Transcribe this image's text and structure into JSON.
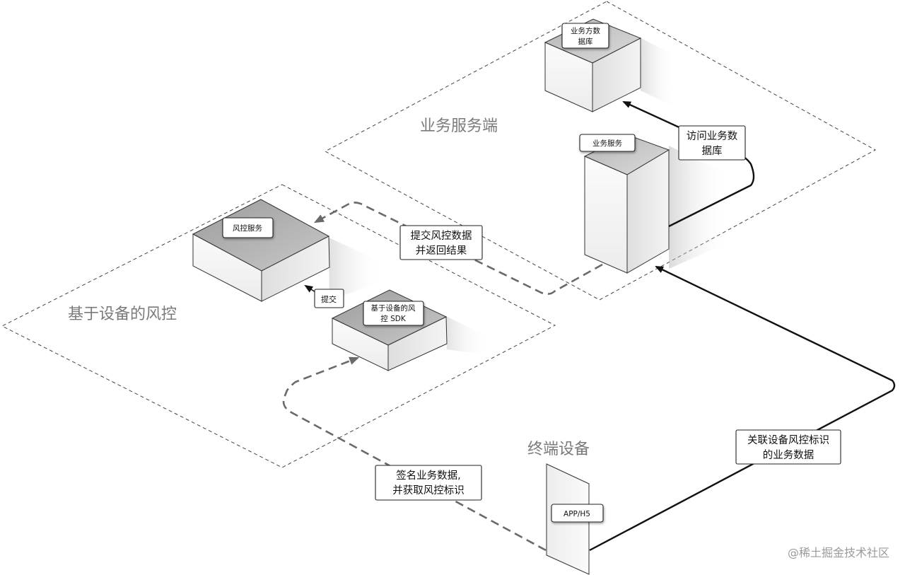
{
  "zones": {
    "business_server": {
      "title": "业务服务端"
    },
    "device_risk": {
      "title": "基于设备的风控"
    },
    "terminal": {
      "title": "终端设备"
    }
  },
  "nodes": {
    "business_db": {
      "label_lines": [
        "业务方数",
        "据库"
      ]
    },
    "business_service": {
      "label": "业务服务"
    },
    "risk_service": {
      "label": "风控服务"
    },
    "risk_sdk": {
      "label_lines": [
        "基于设备的风",
        "控 SDK"
      ]
    },
    "app": {
      "label": "APP/H5"
    }
  },
  "edges": {
    "access_db": {
      "label_lines": [
        "访问业务数",
        "据库"
      ]
    },
    "submit_risk": {
      "label_lines": [
        "提交风控数据",
        "并返回结果"
      ]
    },
    "submit": {
      "label": "提交"
    },
    "sign_data": {
      "label_lines": [
        "签名业务数据,",
        "并获取风控标识"
      ]
    },
    "associate": {
      "label_lines": [
        "关联设备风控标识",
        "的业务数据"
      ]
    }
  },
  "watermark": "@稀土掘金技术社区"
}
